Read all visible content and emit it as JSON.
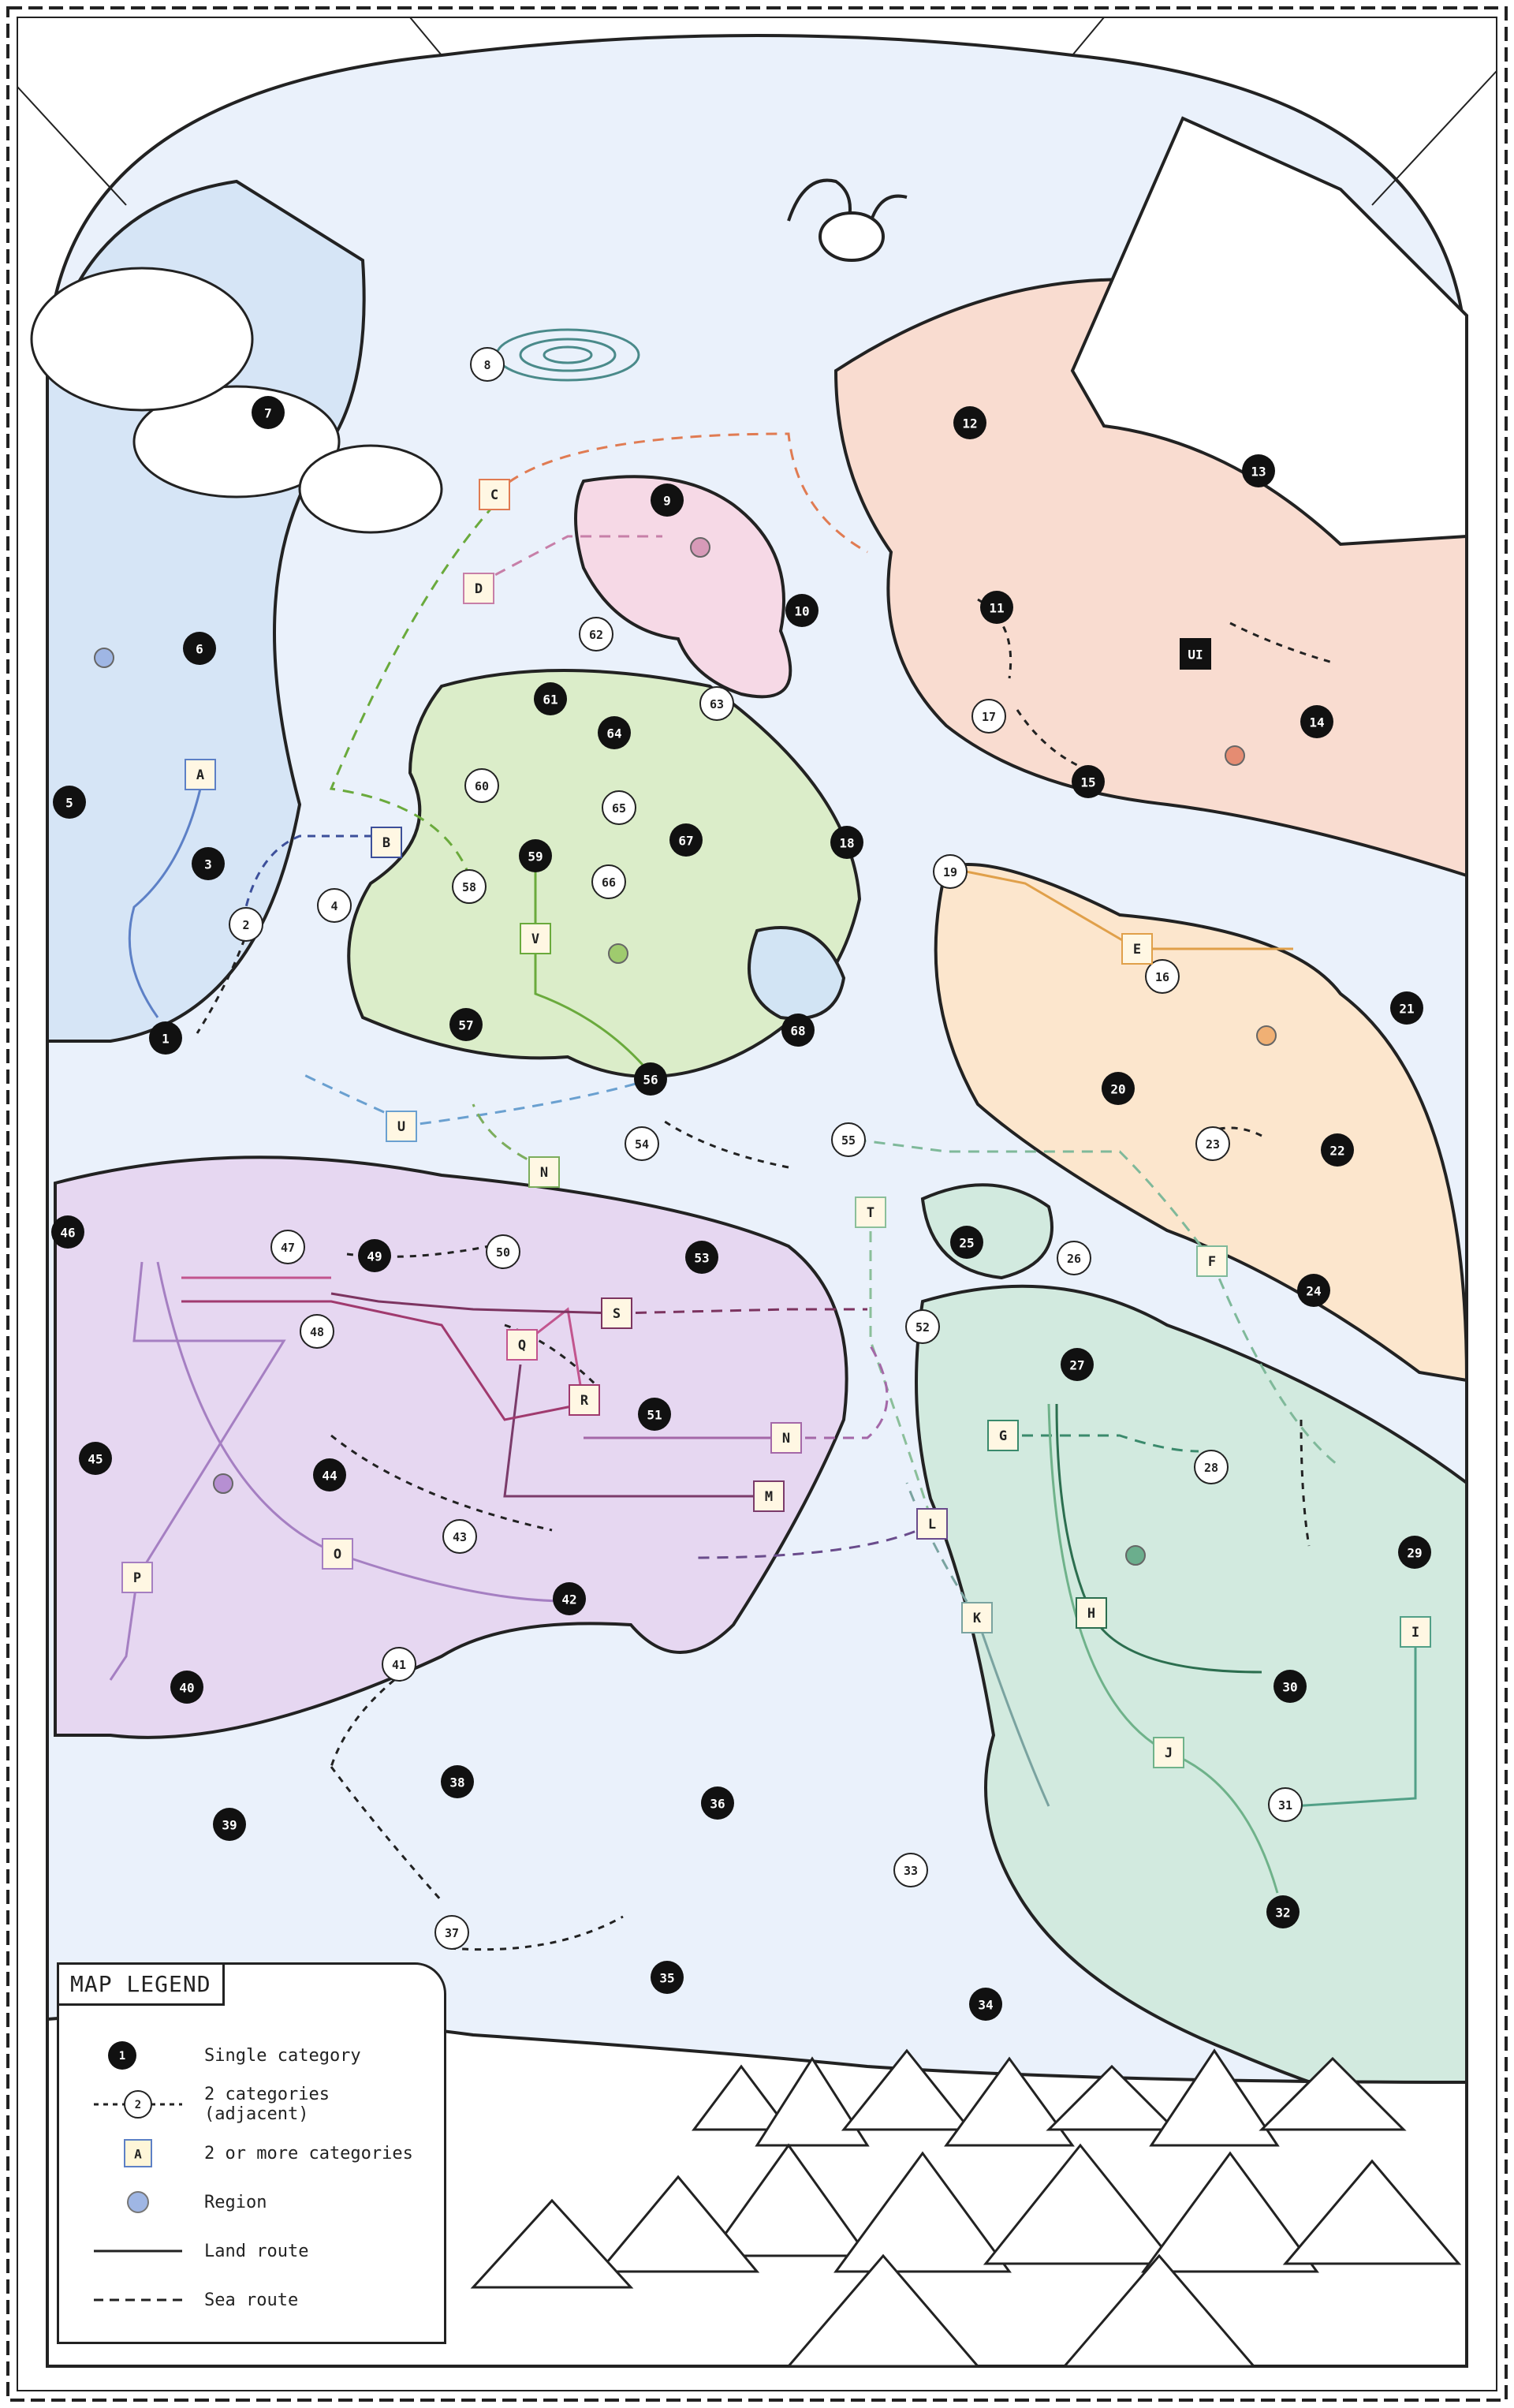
{
  "map": {
    "legend": {
      "title": "MAP LEGEND",
      "items": [
        {
          "symbol": "single",
          "sample": "1",
          "label": "Single category"
        },
        {
          "symbol": "double",
          "sample": "2",
          "label": "2 categories (adjacent)"
        },
        {
          "symbol": "multi",
          "sample": "A",
          "label": "2 or more categories"
        },
        {
          "symbol": "region",
          "sample": "",
          "label": "Region"
        },
        {
          "symbol": "land-route",
          "sample": "",
          "label": "Land route"
        },
        {
          "symbol": "sea-route",
          "sample": "",
          "label": "Sea route"
        }
      ]
    },
    "special_marker": "UI",
    "single_markers": [
      "1",
      "3",
      "5",
      "6",
      "7",
      "9",
      "10",
      "11",
      "12",
      "13",
      "14",
      "15",
      "18",
      "21",
      "22",
      "24",
      "25",
      "27",
      "29",
      "30",
      "32",
      "34",
      "35",
      "36",
      "38",
      "39",
      "40",
      "42",
      "44",
      "45",
      "46",
      "49",
      "51",
      "53",
      "56",
      "57",
      "59",
      "61",
      "64",
      "67",
      "68",
      "20"
    ],
    "double_markers": [
      "2",
      "4",
      "8",
      "16",
      "17",
      "19",
      "23",
      "26",
      "28",
      "31",
      "33",
      "37",
      "41",
      "43",
      "47",
      "48",
      "50",
      "52",
      "54",
      "55",
      "58",
      "60",
      "62",
      "63",
      "65",
      "66"
    ],
    "multi_markers": [
      "A",
      "B",
      "C",
      "D",
      "E",
      "F",
      "G",
      "H",
      "I",
      "J",
      "K",
      "L",
      "M",
      "N",
      "N",
      "O",
      "P",
      "Q",
      "R",
      "S",
      "T",
      "U",
      "V"
    ],
    "region_colors": {
      "northwest": "#cfe0f5",
      "north-isles": "#f5d3e3",
      "northeast": "#f8d9cc",
      "east": "#fbe3c9",
      "west-central": "#d7ebc6",
      "southwest": "#e2d3ef",
      "southeast": "#cfe8dc",
      "sea": "#e8f0fa"
    }
  }
}
